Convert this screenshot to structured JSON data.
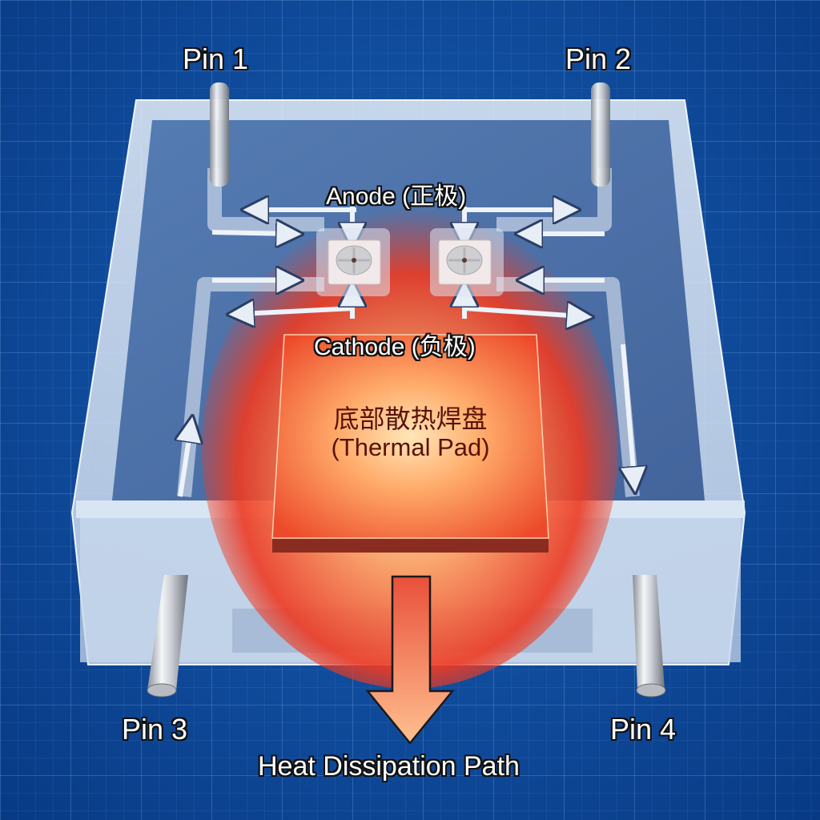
{
  "diagram": {
    "subject": "LED package cross-section with pins, electrodes and thermal pad",
    "pins": [
      {
        "id": "pin1",
        "label": "Pin 1",
        "position": "top-left"
      },
      {
        "id": "pin2",
        "label": "Pin 2",
        "position": "top-right"
      },
      {
        "id": "pin3",
        "label": "Pin 3",
        "position": "bottom-left"
      },
      {
        "id": "pin4",
        "label": "Pin 4",
        "position": "bottom-right"
      }
    ],
    "electrodes": {
      "anode_label": "Anode (正极)",
      "cathode_label": "Cathode (负极)"
    },
    "thermal_pad": {
      "label_cn": "底部散热焊盘",
      "label_en": "(Thermal Pad)"
    },
    "heat_path": {
      "label": "Heat Dissipation Path"
    },
    "led_chips": [
      {
        "id": "led-left"
      },
      {
        "id": "led-right"
      }
    ],
    "colors": {
      "background": "#0f4a9a",
      "grid": "#78aae6",
      "housing": "#d9e6f5",
      "thermal_hot": "#e8321e",
      "thermal_glow": "#ffd9a0",
      "heat_arrow": "#f57a55",
      "pin_metal": "#c9cdd3"
    }
  }
}
